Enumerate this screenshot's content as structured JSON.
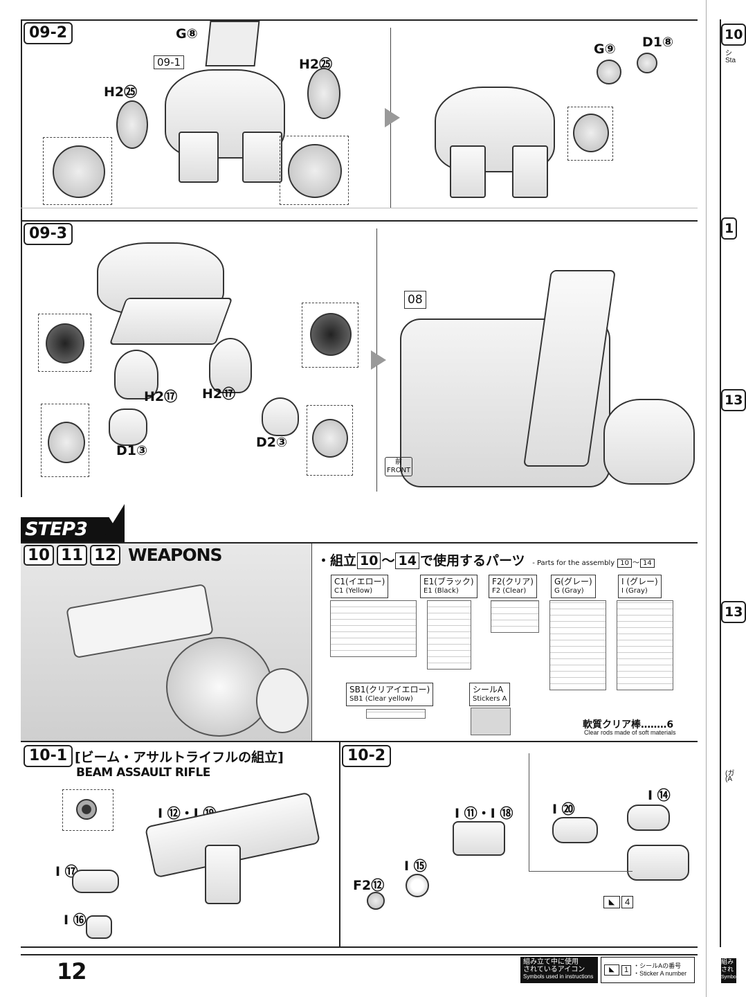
{
  "steps": {
    "s09_2": {
      "tag": "09-2",
      "parts": [
        "G⑧",
        "09-1",
        "H2㉕",
        "H2㉕",
        "G⑨",
        "D1⑧"
      ]
    },
    "s09_3": {
      "tag": "09-3",
      "parts": [
        "H2⑰",
        "H2⑰",
        "D1③",
        "D2③",
        "08"
      ],
      "front_icon": "前",
      "front_label": "FRONT"
    }
  },
  "step3": {
    "banner": "STEP3",
    "nums": [
      "10",
      "11",
      "12"
    ],
    "title": "WEAPONS"
  },
  "parts_list": {
    "heading_prefix": "・組立",
    "heading_from": "10",
    "heading_tilde": "〜",
    "heading_to": "14",
    "heading_suffix": "で使用するパーツ",
    "heading_en": "- Parts for the assembly",
    "heading_en_from": "10",
    "heading_en_tilde": "〜",
    "heading_en_to": "14",
    "runners": [
      {
        "jp": "C1(イエロー)",
        "en": "C1 (Yellow)"
      },
      {
        "jp": "E1(ブラック)",
        "en": "E1 (Black)"
      },
      {
        "jp": "F2(クリア)",
        "en": "F2 (Clear)"
      },
      {
        "jp": "G(グレー)",
        "en": "G (Gray)"
      },
      {
        "jp": "I (グレー)",
        "en": "I (Gray)"
      }
    ],
    "sb1_jp": "SB1(クリアイエロー)",
    "sb1_en": "SB1 (Clear yellow)",
    "sticker_jp": "シールA",
    "sticker_en": "Stickers A",
    "rods_jp": "軟質クリア棒‥‥‥‥6",
    "rods_en": "Clear rods made of soft materials"
  },
  "s10_1": {
    "tag": "10-1",
    "title_jp": "[ビーム・アサルトライフルの組立]",
    "title_en": "BEAM ASSAULT RIFLE",
    "parts": [
      "I ⑫・I ⑲",
      "I ⑰",
      "I ⑯"
    ]
  },
  "s10_2": {
    "tag": "10-2",
    "parts": [
      "I ⑭",
      "I ⑳",
      "I ⑪・I ⑱",
      "I ⑮",
      "F2⑫"
    ],
    "sticker_num": "4"
  },
  "footer": {
    "page_number": "12",
    "icons_jp1": "組み立て中に使用",
    "icons_jp2": "されているアイコン",
    "icons_en": "Symbols used in instructions",
    "legend_num": "1",
    "legend_jp": "・シールAの番号",
    "legend_en": "・Sticker A number"
  },
  "right_edge": {
    "tags": [
      "10",
      "1",
      "13",
      "13"
    ],
    "fragments": [
      "シ",
      "Sta",
      "(ガ",
      "(A",
      "組み",
      "され",
      "Symbo"
    ]
  }
}
